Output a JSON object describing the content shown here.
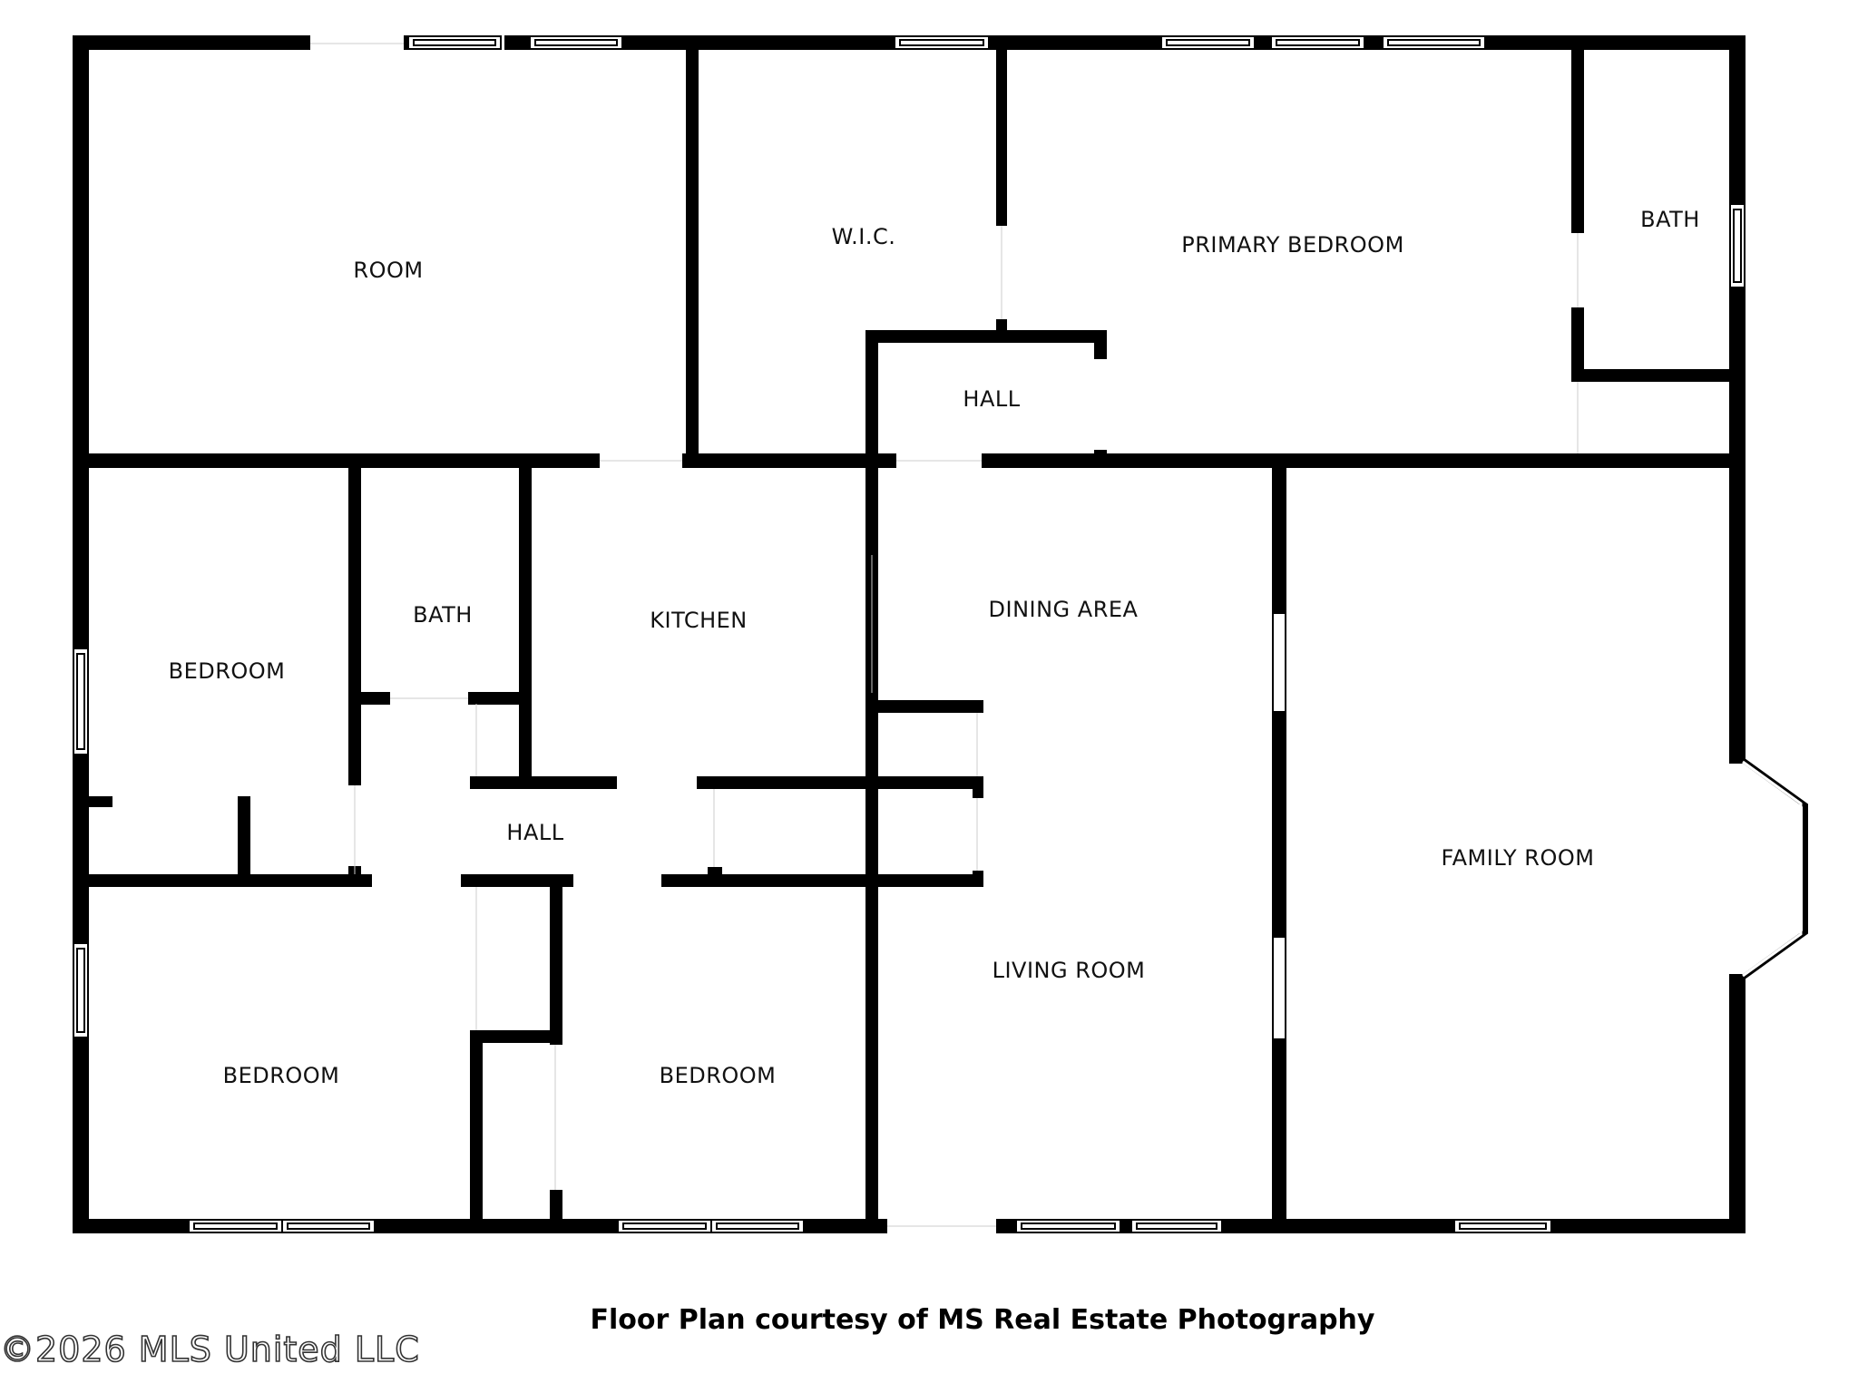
{
  "plan": {
    "rooms": {
      "room": "ROOM",
      "wic": "W.I.C.",
      "primary_bedroom": "PRIMARY BEDROOM",
      "bath_primary": "BATH",
      "hall_upper": "HALL",
      "bedroom_west": "BEDROOM",
      "bath_hall": "BATH",
      "kitchen": "KITCHEN",
      "dining_area": "DINING AREA",
      "family_room": "FAMILY ROOM",
      "hall_lower": "HALL",
      "living_room": "LIVING ROOM",
      "bedroom_southwest": "BEDROOM",
      "bedroom_south": "BEDROOM"
    },
    "caption": "Floor Plan courtesy of MS Real Estate Photography",
    "copyright": "©2026 MLS United LLC",
    "colors": {
      "wall": "#000000",
      "window_frame": "#000000",
      "background": "#ffffff"
    }
  }
}
